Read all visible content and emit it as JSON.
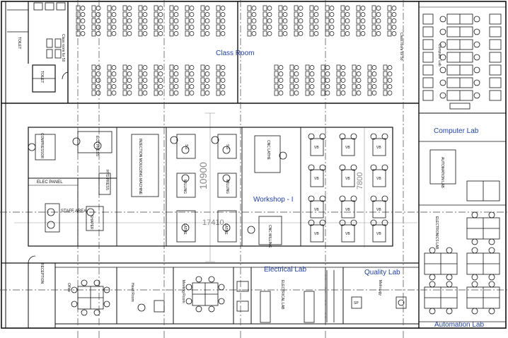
{
  "zones": {
    "class_room": "Class Room",
    "computer_lab": "Computer Lab",
    "workshop": "Workshop - I",
    "electrical_lab": "Electrical Lab",
    "quality_lab": "Quality Lab",
    "automation_lab": "Automation Lab"
  },
  "room_labels": {
    "class_room_left": "Class room for 50",
    "class_room_right": "Class room for 50",
    "computer_lab_small": "Computer Lab",
    "toilet_1": "TOILET",
    "toilet_2": "TOILET",
    "compressor": "COMPRESSOR",
    "ecc_press": "ECC PRESS",
    "injection_moulding": "INJECTION MOULDING MACHINE",
    "elec_panel": "ELEC PANEL",
    "hyd_press": "HYD PRESS",
    "staff_area": "STAFF AREA",
    "shaper": "SHAPER",
    "drill_1": "SG",
    "drill_2": "SG",
    "milling_1": "MILLING",
    "milling_2": "MILLING",
    "lathe_1": "LATHE",
    "lathe_2": "LATHE",
    "cnc_lathe": "CNC LATHE",
    "cnc_milling": "CNC MILLING",
    "vb": "VB",
    "automation_lab_small": "AUTOMATION LAB",
    "electronics_lab": "ELECTRONICS LAB",
    "reception": "RECEPTION",
    "office": "Office",
    "head_room": "Head Room",
    "meeting_room": "Meeting Room",
    "electrical_lab_small": "ELECTRICAL LAB",
    "metrology": "Metrology",
    "sp": "SP"
  },
  "dimensions": {
    "vertical": "10900",
    "horizontal": "17410",
    "vertical_2": "7800"
  },
  "colors": {
    "zone_label": "#1f3fb0",
    "lines": "#111111",
    "dim_lines": "#999999"
  }
}
